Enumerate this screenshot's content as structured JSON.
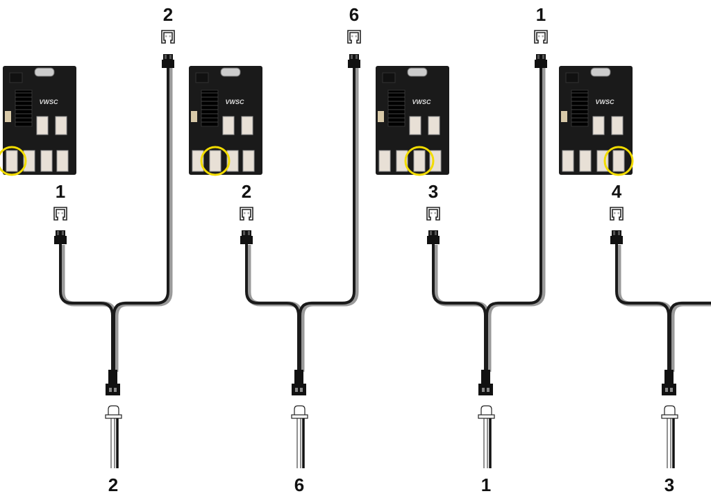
{
  "panels": [
    {
      "board_port_label": "1",
      "top_connector_label": "2",
      "bottom_output_label": "2",
      "highlighted_port": 4,
      "board_marking": "VWSC"
    },
    {
      "board_port_label": "2",
      "top_connector_label": "6",
      "bottom_output_label": "6",
      "highlighted_port": 3,
      "board_marking": "VWSC"
    },
    {
      "board_port_label": "3",
      "top_connector_label": "1",
      "bottom_output_label": "1",
      "highlighted_port": 2,
      "board_marking": "VWSC"
    },
    {
      "board_port_label": "4",
      "top_connector_label": "3",
      "bottom_output_label": "3",
      "highlighted_port": 1,
      "board_marking": "VWSC"
    }
  ],
  "colors": {
    "highlight": "#f2dc00",
    "board": "#1a1a1a",
    "wire_dark": "#1a1a1a",
    "wire_light": "#9a9a9a",
    "port": "#e8e0d6"
  }
}
